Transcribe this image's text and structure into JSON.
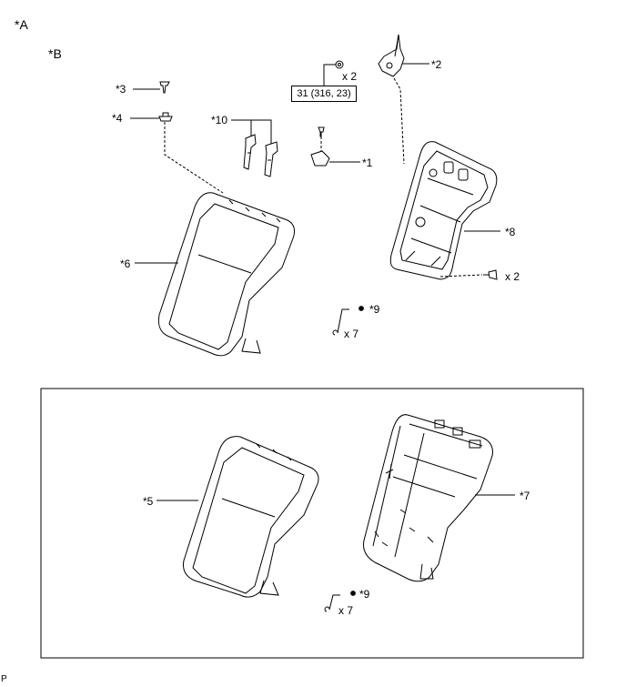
{
  "view_labels": {
    "a": "*A",
    "b": "*B"
  },
  "callouts": {
    "c1": "*1",
    "c2": "*2",
    "c3": "*3",
    "c4": "*4",
    "c5": "*5",
    "c6": "*6",
    "c7": "*7",
    "c8": "*8",
    "c9_top": "*9",
    "c9_inset": "*9",
    "c10": "*10"
  },
  "quantities": {
    "nut_qty": "x 2",
    "bolt_qty": "x 2",
    "hog_ring_qty_top": "x 7",
    "hog_ring_qty_inset": "x 7"
  },
  "torque_spec": "31 (316, 23)",
  "footer_code": "P"
}
